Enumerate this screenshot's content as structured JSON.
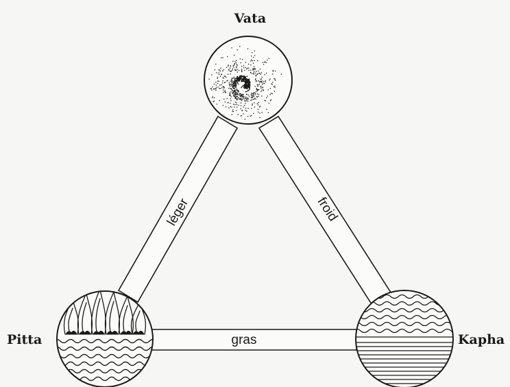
{
  "doshas": {
    "vata": "Vata",
    "pitta": "Pitta",
    "kapha": "Kapha"
  },
  "qualities": {
    "vata_pitta": "léger",
    "vata_kapha": "froid",
    "pitta_kapha": "gras"
  },
  "colors": {
    "ink": "#1a1a1a",
    "paper": "#f6f6f4"
  }
}
